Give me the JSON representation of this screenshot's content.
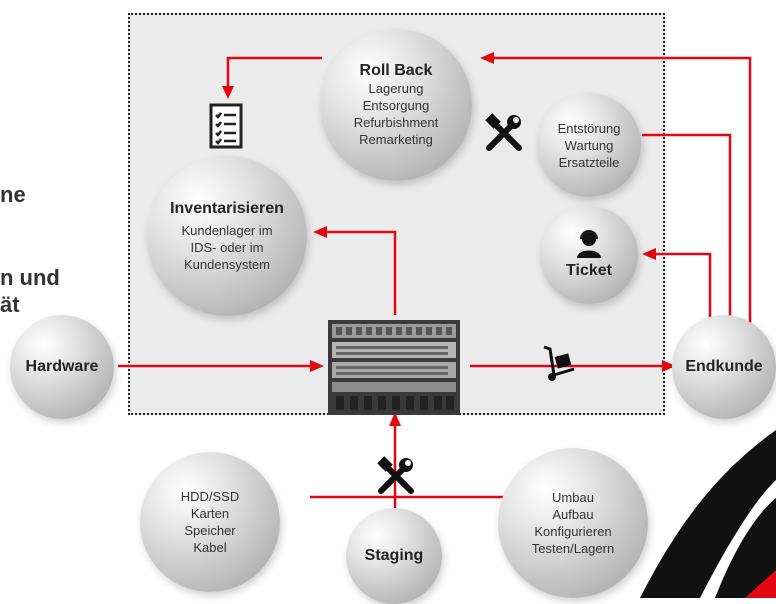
{
  "left_text": [
    "ne",
    "n und",
    "ät"
  ],
  "nodes": {
    "rollback": {
      "title": "Roll Back",
      "lines": [
        "Lagerung",
        "Entsorgung",
        "Refurbishment",
        "Remarketing"
      ]
    },
    "inventarisieren": {
      "title": "Inventarisieren",
      "lines": [
        "Kundenlager im",
        "IDS- oder im",
        "Kundensystem"
      ]
    },
    "entstoerung": {
      "lines": [
        "Entstörung",
        "Wartung",
        "Ersatzteile"
      ]
    },
    "ticket": {
      "title": "Ticket"
    },
    "hardware": {
      "title": "Hardware"
    },
    "endkunde": {
      "title": "Endkunde"
    },
    "hdd": {
      "lines": [
        "HDD/SSD",
        "Karten",
        "Speicher",
        "Kabel"
      ]
    },
    "staging": {
      "title": "Staging"
    },
    "umbau": {
      "lines": [
        "Umbau",
        "Aufbau",
        "Konfigurieren",
        "Testen/Lagern"
      ]
    }
  },
  "icons": [
    "checklist-icon",
    "tools-icon",
    "headset-person-icon",
    "hand-truck-icon",
    "network-switch-icon"
  ],
  "colors": {
    "arrow": "#e30613",
    "panel": "#ebebeb",
    "border": "#222222"
  }
}
